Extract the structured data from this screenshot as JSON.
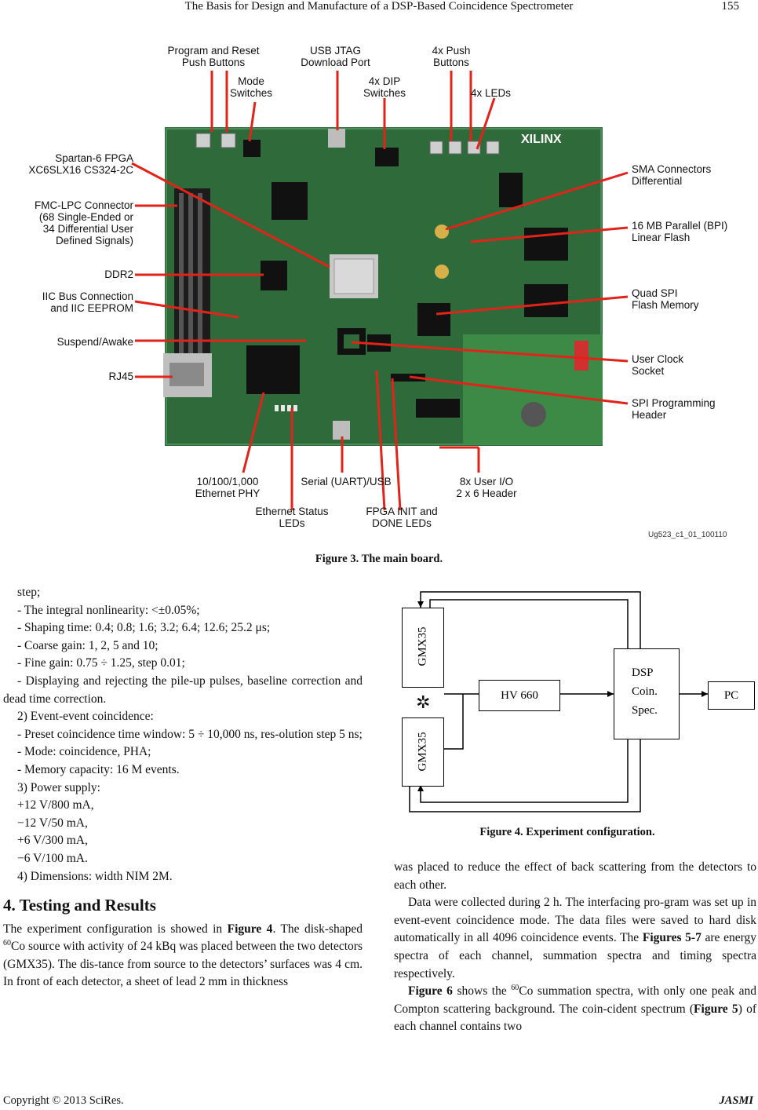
{
  "header": {
    "title": "The Basis for Design and Manufacture of a DSP-Based Coincidence Spectrometer",
    "page": "155"
  },
  "figure3": {
    "callouts": {
      "program_reset": "Program and Reset\nPush Buttons",
      "mode_switches": "Mode\nSwitches",
      "usb_jtag": "USB JTAG\nDownload Port",
      "dip_switches": "4x DIP\nSwitches",
      "push_buttons": "4x Push\nButtons",
      "leds": "4x LEDs",
      "spartan": "Spartan-6 FPGA\nXC6SLX16 CS324-2C",
      "fmc": "FMC-LPC Connector\n(68 Single-Ended or\n34 Differential User\nDefined Signals)",
      "ddr2": "DDR2",
      "iic": "IIC Bus Connection\nand IIC EEPROM",
      "suspend": "Suspend/Awake",
      "rj45": "RJ45",
      "sma": "SMA Connectors\nDifferential",
      "flash": "16 MB Parallel (BPI)\nLinear Flash",
      "quad_spi": "Quad SPI\nFlash Memory",
      "user_clock": "User Clock\nSocket",
      "spi_header": "SPI Programming\nHeader",
      "ethernet_phy": "10/100/1,000\nEthernet PHY",
      "serial_usb": "Serial (UART)/USB",
      "user_io": "8x User I/O\n2 x 6 Header",
      "eth_leds": "Ethernet Status\nLEDs",
      "fpga_init": "FPGA INIT and\nDONE LEDs"
    },
    "board_id": "Ug523_c1_01_100110",
    "board_brand": "XILINX",
    "caption": "Figure 3. The main board."
  },
  "left_column": [
    "step;",
    "- The integral nonlinearity: <±0.05%;",
    "- Shaping time: 0.4; 0.8; 1.6; 3.2; 6.4; 12.6; 25.2 μs;",
    "- Coarse gain: 1, 2, 5 and 10;",
    "- Fine gain: 0.75 ÷ 1.25, step 0.01;",
    "- Displaying and rejecting the pile-up pulses, baseline correction and dead time correction.",
    "2) Event-event coincidence:",
    "- Preset coincidence time window: 5 ÷ 10,000 ns, res-olution step 5 ns;",
    "- Mode: coincidence, PHA;",
    "- Memory capacity: 16 M events.",
    "3) Power supply:",
    "+12 V/800 mA,",
    "−12 V/50 mA,",
    "+6 V/300 mA,",
    "−6 V/100 mA.",
    "4) Dimensions: width NIM 2M."
  ],
  "section_title": "4. Testing and Results",
  "left_para": {
    "a": "The experiment configuration is showed in ",
    "fig4": "Figure 4",
    "b": ". The disk-shaped ",
    "sup": "60",
    "c": "Co source with activity of 24 kBq was placed between the two detectors (GMX35). The dis-tance from source to the detectors’ surfaces was 4 cm. In front of each detector, a sheet of lead 2 mm in thickness"
  },
  "figure4": {
    "detector_top": "GMX35",
    "detector_bottom": "GMX35",
    "hv": "HV 660",
    "dsp_1": "DSP",
    "dsp_2": "Coin.",
    "dsp_3": "Spec.",
    "pc": "PC",
    "source_symbol": "✲",
    "caption": "Figure 4. Experiment configuration."
  },
  "right_column": {
    "p1": "was placed to reduce the effect of back scattering from the detectors to each other.",
    "p2a": "Data were collected during 2 h. The interfacing pro-gram was set up in event-event coincidence mode. The data files were saved to hard disk automatically in all 4096 coincidence events. The ",
    "p2b": "Figures 5-7",
    "p2c": " are energy spectra of each channel, summation spectra and timing spectra respectively.",
    "p3a": "Figure 6",
    "p3b": " shows the ",
    "p3sup": "60",
    "p3c": "Co summation spectra, with only one peak and Compton scattering background. The coin-cident spectrum (",
    "p3d": "Figure 5",
    "p3e": ") of each channel contains two"
  },
  "footer": {
    "copyright": "Copyright © 2013 SciRes.",
    "journal": "JASMI"
  },
  "colors": {
    "board_green": "#2f6a3a",
    "callout_red": "#e2231a"
  }
}
